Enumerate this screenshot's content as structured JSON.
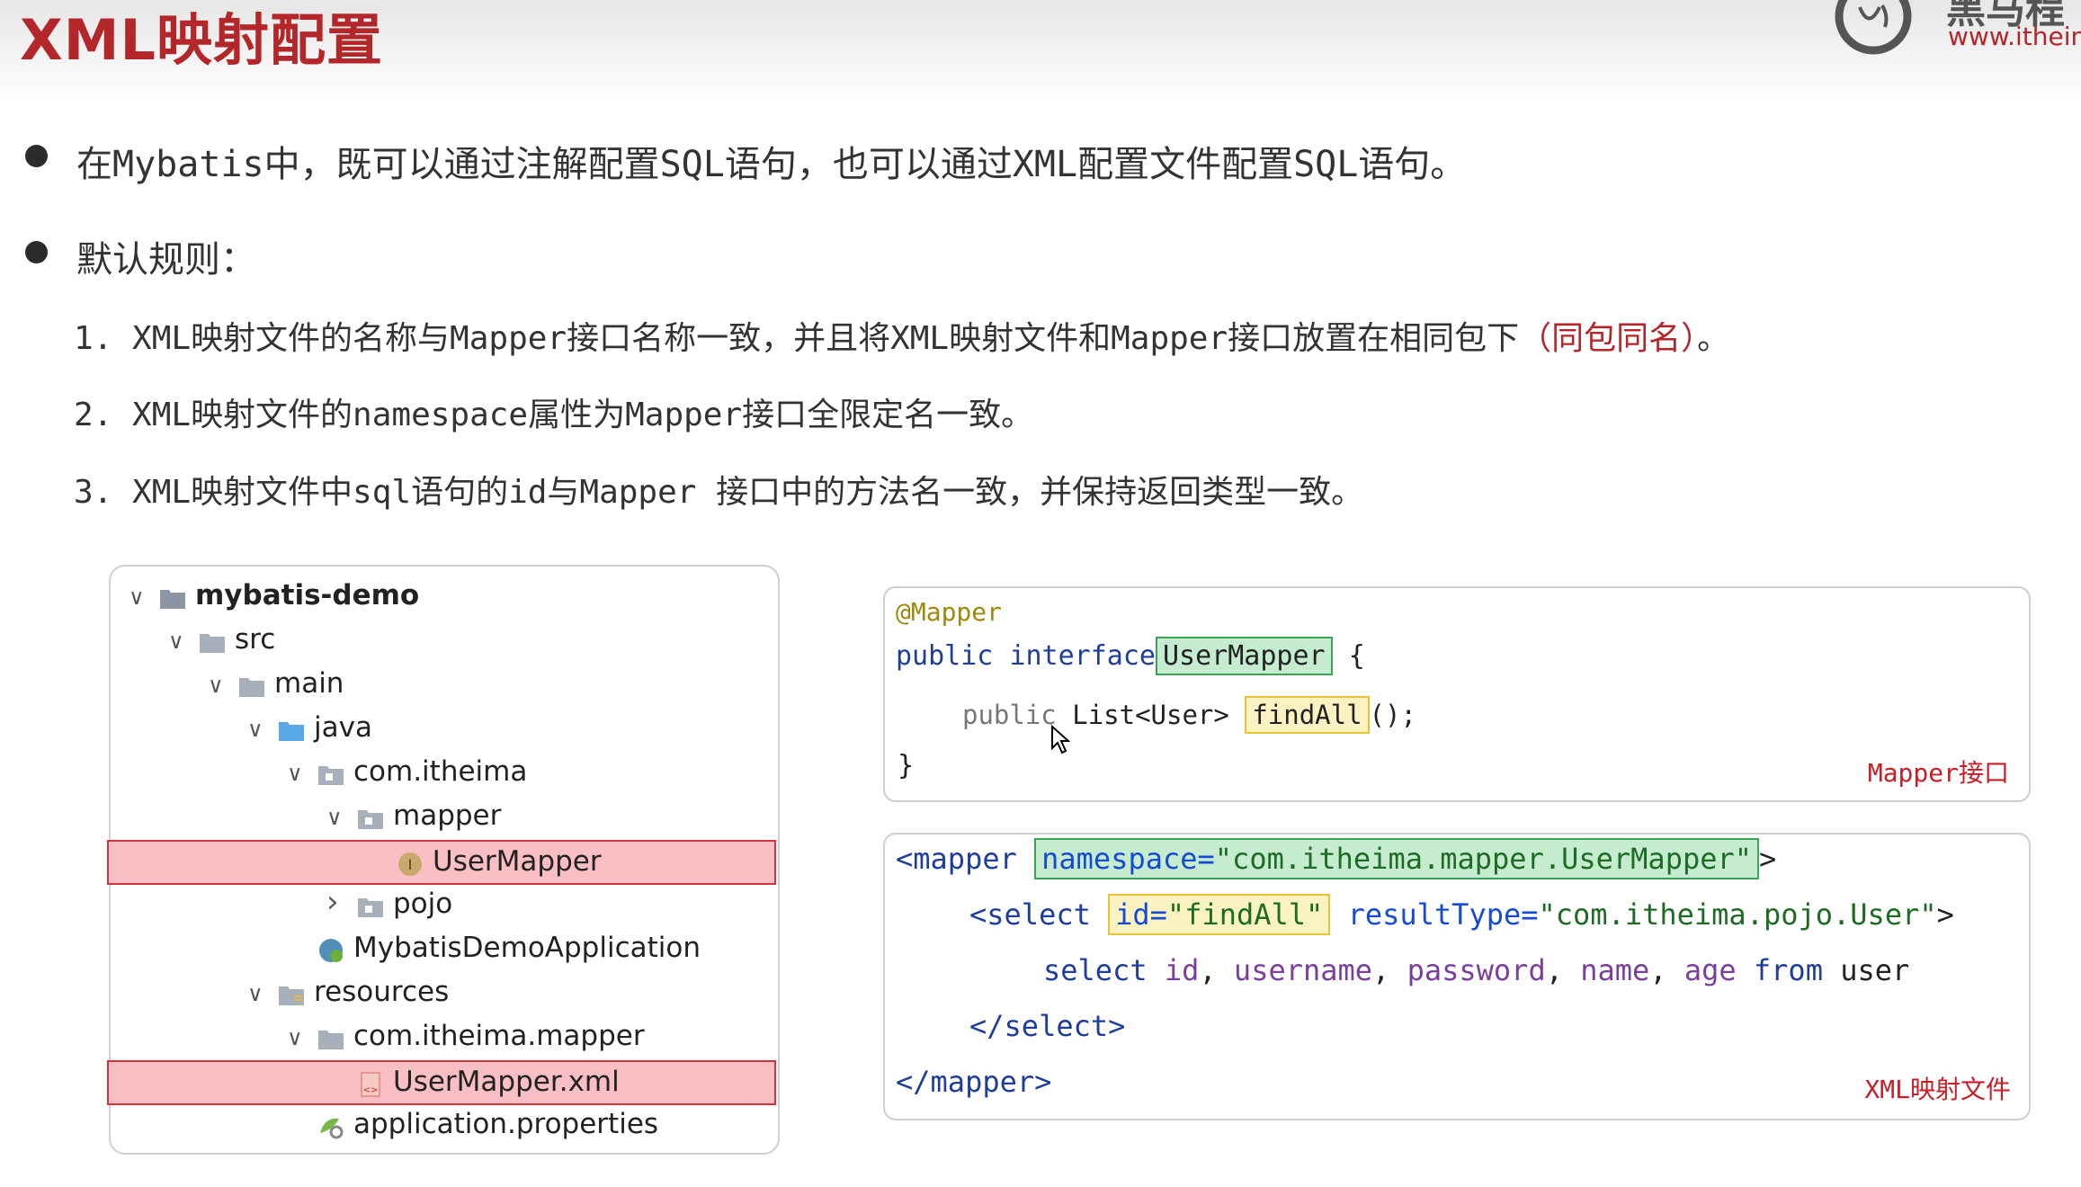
{
  "title": "XML映射配置",
  "logo": {
    "name": "黑马程",
    "url": "www.itheim"
  },
  "bullets": [
    "在Mybatis中，既可以通过注解配置SQL语句，也可以通过XML配置文件配置SQL语句。",
    "默认规则："
  ],
  "rules": [
    {
      "text": "1. XML映射文件的名称与Mapper接口名称一致，并且将XML映射文件和Mapper接口放置在相同包下",
      "highlight": "（同包同名）",
      "tail": "。"
    },
    {
      "text": "2. XML映射文件的namespace属性为Mapper接口全限定名一致。"
    },
    {
      "text": "3. XML映射文件中sql语句的id与Mapper 接口中的方法名一致，并保持返回类型一致。"
    }
  ],
  "tree": [
    {
      "label": "mybatis-demo",
      "icon": "module-folder-icon",
      "expanded": true
    },
    {
      "label": "src",
      "icon": "folder-icon",
      "expanded": true
    },
    {
      "label": "main",
      "icon": "folder-icon",
      "expanded": true
    },
    {
      "label": "java",
      "icon": "source-folder-icon",
      "expanded": true
    },
    {
      "label": "com.itheima",
      "icon": "package-icon",
      "expanded": true
    },
    {
      "label": "mapper",
      "icon": "package-icon",
      "expanded": true
    },
    {
      "label": "UserMapper",
      "icon": "interface-icon",
      "highlighted": true
    },
    {
      "label": "pojo",
      "icon": "package-icon",
      "expanded": false
    },
    {
      "label": "MybatisDemoApplication",
      "icon": "spring-boot-class-icon"
    },
    {
      "label": "resources",
      "icon": "resources-folder-icon",
      "expanded": true
    },
    {
      "label": "com.itheima.mapper",
      "icon": "folder-icon",
      "expanded": true
    },
    {
      "label": "UserMapper.xml",
      "icon": "xml-file-icon",
      "highlighted": true
    },
    {
      "label": "application.properties",
      "icon": "properties-file-icon"
    }
  ],
  "java_code": {
    "annotation": "@Mapper",
    "public": "public",
    "interface": "interface",
    "class_name": "UserMapper",
    "open_brace": "{",
    "method_public": "public",
    "return_type": "List<User>",
    "method_name": "findAll",
    "method_tail": "();",
    "close_brace": "}",
    "label": "Mapper接口"
  },
  "xml_code": {
    "mapper_open": "<mapper",
    "namespace_attr": "namespace=",
    "namespace_value": "\"com.itheima.mapper.UserMapper\"",
    "mapper_open_end": ">",
    "select_open": "<select",
    "id_attr": "id=",
    "id_value": "\"findAll\"",
    "result_attr": "resultType=",
    "result_value": "\"com.itheima.pojo.User\"",
    "select_open_end": ">",
    "sql_select": "select",
    "sql_cols": [
      "id",
      "username",
      "password",
      "name",
      "age"
    ],
    "sql_from": "from",
    "sql_table": "user",
    "select_close": "</select>",
    "mapper_close": "</mapper>",
    "label": "XML映射文件"
  },
  "colors": {
    "title": "#b3262a",
    "highlight_row": "#f9bfc4",
    "namespace_box": "#c6eccf",
    "id_box": "#fbf2c2"
  }
}
